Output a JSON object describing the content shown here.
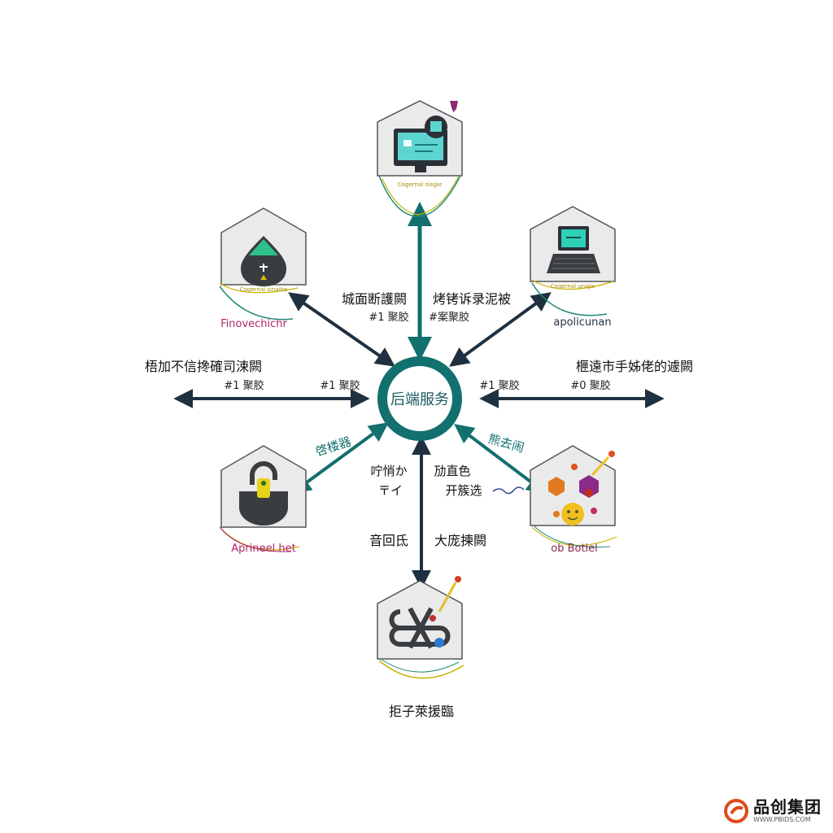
{
  "hub": {
    "label": "后端服务"
  },
  "nodes": {
    "top": {
      "tag": "Cogernal nisgie"
    },
    "top_left": {
      "tag": "Cogernal sinaibe",
      "caption": "Finovechichr"
    },
    "top_right": {
      "tag": "Cogernal unigis",
      "caption": "apolicunan"
    },
    "bottom_left": {
      "caption": "Aprineel het"
    },
    "bottom_right": {
      "caption": "ob Botiel"
    },
    "bottom": {
      "caption": "拒子萊援臨"
    }
  },
  "labels": {
    "upper_left_title": "城面断護闕",
    "upper_left_sub": "#1 聚胶",
    "upper_right_title": "烤铐诉录泥被",
    "upper_right_sub": "#案聚胶",
    "left_title": "梧加不信搀確司涑闕",
    "left_sub": "#1 聚胶",
    "left_inner_sub": "#1 聚胶",
    "right_inner_sub": "#1 聚胶",
    "right_title": "㭱遠市手姊佬的遽闕",
    "right_sub": "#0 聚胶",
    "lower_left": "啓楼器",
    "lower_right": "熊去闹",
    "center_left_1": "咛悄か",
    "center_left_2": "〒イ",
    "center_right_1": "劢直色",
    "center_right_2": "开簇选",
    "below_left": "音回氐",
    "below_right": "大庞揀闕"
  },
  "icons": {
    "top": "monitor-icon",
    "top_left": "triangle-drop-icon",
    "top_right": "laptop-icon",
    "bottom_left": "padlock-icon",
    "bottom_right": "cluster-icon",
    "bottom": "network-knot-icon"
  },
  "colors": {
    "teal": "#12706e",
    "navy": "#1f3140",
    "magenta": "#b0246a",
    "hex_fill": "#eaeaea",
    "hex_stroke": "#555555"
  },
  "watermark": {
    "brand": "品创集团",
    "url": "WWW.PBIDS.COM"
  }
}
